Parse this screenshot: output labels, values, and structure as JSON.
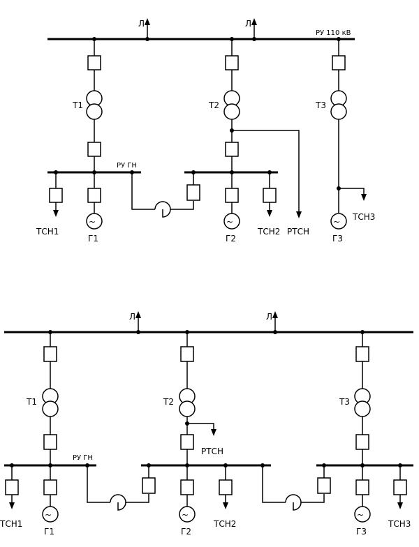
{
  "top": {
    "bus_label": "РУ 110 кВ",
    "line_labels": [
      "Л",
      "Л"
    ],
    "gn_label": "РУ ГН",
    "t1": "Т1",
    "t2": "Т2",
    "t3": "Т3",
    "g1": "Г1",
    "g2": "Г2",
    "g3": "Г3",
    "tsn1": "ТСН1",
    "tsn2": "ТСН2",
    "tsn3": "ТСН3",
    "rtsn": "РТСН"
  },
  "bottom": {
    "line_labels": [
      "Л",
      "Л"
    ],
    "gn_label": "РУ ГН",
    "t1": "Т1",
    "t2": "Т2",
    "t3": "Т3",
    "g1": "Г1",
    "g2": "Г2",
    "g3": "Г3",
    "tsn1": "ТСН1",
    "tsn2": "ТСН2",
    "tsn3": "ТСН3",
    "rtsn": "РТСН"
  },
  "symbols": {
    "generator_glyph": "~"
  }
}
